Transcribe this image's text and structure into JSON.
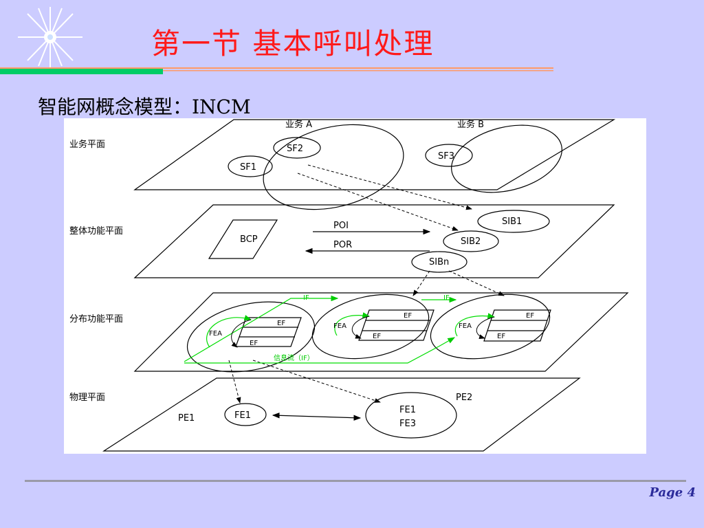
{
  "title": "第一节   基本呼叫处理",
  "subtitle": "智能网概念模型：INCM",
  "page_label": "Page 4",
  "colors": {
    "background": "#ccccff",
    "title": "#ff1a1a",
    "accent_bar": "#00cc66",
    "if_lines": "#00dd00"
  },
  "diagram": {
    "planes": {
      "service": "业务平面",
      "global": "整体功能平面",
      "distributed": "分布功能平面",
      "physical": "物理平面"
    },
    "service_a": "业务 A",
    "service_b": "业务 B",
    "sf1": "SF1",
    "sf2": "SF2",
    "sf3": "SF3",
    "bcp": "BCP",
    "poi": "POI",
    "por": "POR",
    "sib1": "SIB1",
    "sib2": "SIB2",
    "sibn": "SIBn",
    "if_label": "IF",
    "info_flow": "信息流（IF）",
    "fea": "FEA",
    "ef": "EF",
    "pe1": "PE1",
    "pe2": "PE2",
    "fe1": "FE1",
    "fe3": "FE3"
  }
}
